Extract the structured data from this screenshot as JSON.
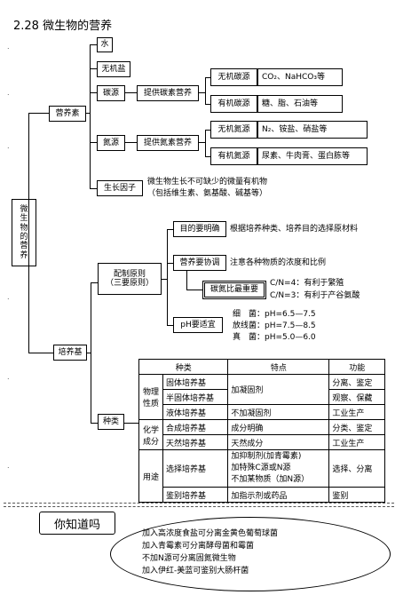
{
  "title": "2.28 微生物的营养",
  "root_label": "微生物的营养",
  "nutrients": {
    "label": "营养素",
    "water": "水",
    "inorganic_salts": "无机盐",
    "carbon_source": "碳源",
    "provide_carbon": "提供碳素营养",
    "inorganic_carbon": "无机碳源",
    "inorganic_carbon_examples": "CO₂、NaHCO₃等",
    "organic_carbon": "有机碳源",
    "organic_carbon_examples": "糖、脂、石油等",
    "nitrogen_source": "氮源",
    "provide_nitrogen": "提供氮素营养",
    "inorganic_nitrogen": "无机氮源",
    "inorganic_nitrogen_examples": "N₂、铵盐、硝盐等",
    "organic_nitrogen": "有机氮源",
    "organic_nitrogen_examples": "尿素、牛肉膏、蛋白胨等",
    "growth_factor": "生长因子",
    "growth_factor_desc_1": "微生物生长不可缺少的微量有机物",
    "growth_factor_desc_2": "（包括维生素、氨基酸、碱基等）"
  },
  "media": {
    "label": "培养基",
    "principles": "配制原则",
    "principles_sub": "（三要原则）",
    "clear_purpose": "目的要明确",
    "clear_purpose_desc": "根据培养种类、培养目的选择原材料",
    "balance": "营养要协调",
    "balance_desc": "注意各种物质的浓度和比例",
    "cn_ratio": "碳氮比最重要",
    "cn_4": "C/N=4：有利于繁殖",
    "cn_3": "C/N=3：有利于产谷氨酸",
    "ph": "pH要适宜",
    "ph_bacteria": "细　菌：pH=6.5—7.5",
    "ph_actino": "放线菌：pH=7.5—8.5",
    "ph_fungi": "真　菌：pH=5.0—6.0",
    "types": "种类"
  },
  "table": {
    "headers": [
      "种类",
      "特点",
      "功能"
    ],
    "group_physical": "物理性质",
    "group_chemical": "化学成分",
    "group_usage": "用途",
    "solid": "固体培养基",
    "semi_solid": "半固体培养基",
    "liquid": "液体培养基",
    "solid_feature": "加凝固剂",
    "liquid_feature": "不加凝固剂",
    "solid_function": "分离、鉴定",
    "semi_function": "观察、保藏",
    "liquid_function": "工业生产",
    "synthetic": "合成培养基",
    "synthetic_feature": "成分明确",
    "synthetic_function": "分类、鉴定",
    "natural": "天然培养基",
    "natural_feature": "天然成分",
    "natural_function": "工业生产",
    "selective": "选择培养基",
    "selective_feature_1": "加抑制剂(加青霉素)",
    "selective_feature_2": "加特殊C源或N源",
    "selective_feature_3": "不加某物质（加N源）",
    "selective_function": "选择、分离",
    "differential": "鉴别培养基",
    "differential_feature": "加指示剂或药品",
    "differential_function": "鉴别"
  },
  "did_you_know": {
    "badge": "你知道吗",
    "lines": [
      "加入高浓度食盐可分离金黄色葡萄球菌",
      "加入青霉素可分离酵母菌和霉菌",
      "不加N源可分离固氮微生物",
      "加入伊红-美蓝可鉴别大肠杆菌"
    ]
  }
}
